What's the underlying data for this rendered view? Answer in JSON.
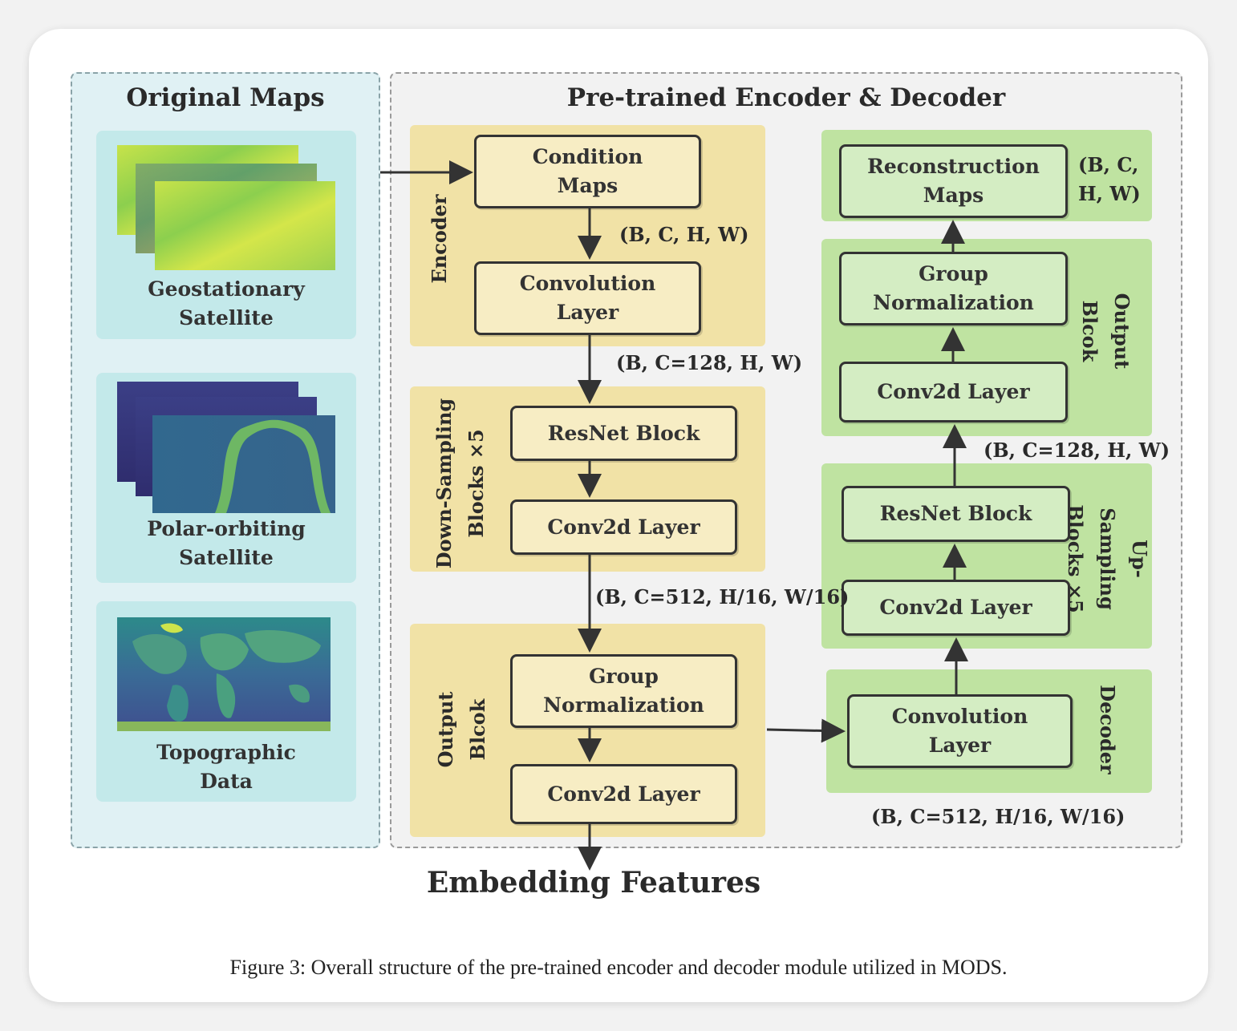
{
  "left_panel": {
    "title": "Original Maps",
    "maps": [
      {
        "label": "Geostationary\nSatellite"
      },
      {
        "label": "Polar-orbiting\nSatellite"
      },
      {
        "label": "Topographic\nData"
      }
    ]
  },
  "right_panel": {
    "title": "Pre-trained Encoder & Decoder",
    "encoder": {
      "region_label": "Encoder",
      "condition_maps": "Condition\nMaps",
      "dim1": "(B, C, H, W)",
      "conv_layer": "Convolution\nLayer",
      "dim2": "(B, C=128, H, W)"
    },
    "down_sampling": {
      "region_label": "Down-Sampling\nBlocks ×5",
      "resnet": "ResNet Block",
      "conv2d": "Conv2d Layer",
      "dim": "(B, C=512, H/16, W/16)"
    },
    "encoder_output": {
      "region_label": "Output\nBlcok",
      "group_norm": "Group\nNormalization",
      "conv2d": "Conv2d Layer"
    },
    "embedding": "Embedding Features",
    "decoder": {
      "region_label": "Decoder",
      "conv_layer": "Convolution\nLayer",
      "dim": "(B, C=512, H/16, W/16)"
    },
    "up_sampling": {
      "region_label": "Up-Sampling\nBlocks ×5",
      "conv2d": "Conv2d Layer",
      "resnet": "ResNet Block",
      "dim": "(B, C=128, H, W)"
    },
    "decoder_output": {
      "region_label": "Output\nBlcok",
      "conv2d": "Conv2d Layer",
      "group_norm": "Group\nNormalization"
    },
    "reconstruction": {
      "box": "Reconstruction\nMaps",
      "dim": "(B, C,\nH, W)"
    }
  },
  "caption": "Figure 3: Overall structure of the pre-trained encoder and decoder module utilized in MODS.",
  "colors": {
    "left_panel_bg": "#e0f1f4",
    "map_card_bg": "#c3e9ea",
    "encoder_region": "#f1e2a6",
    "decoder_region": "#bfe3a1",
    "box_yellow": "#f7edc4",
    "box_green": "#d4edc3"
  }
}
